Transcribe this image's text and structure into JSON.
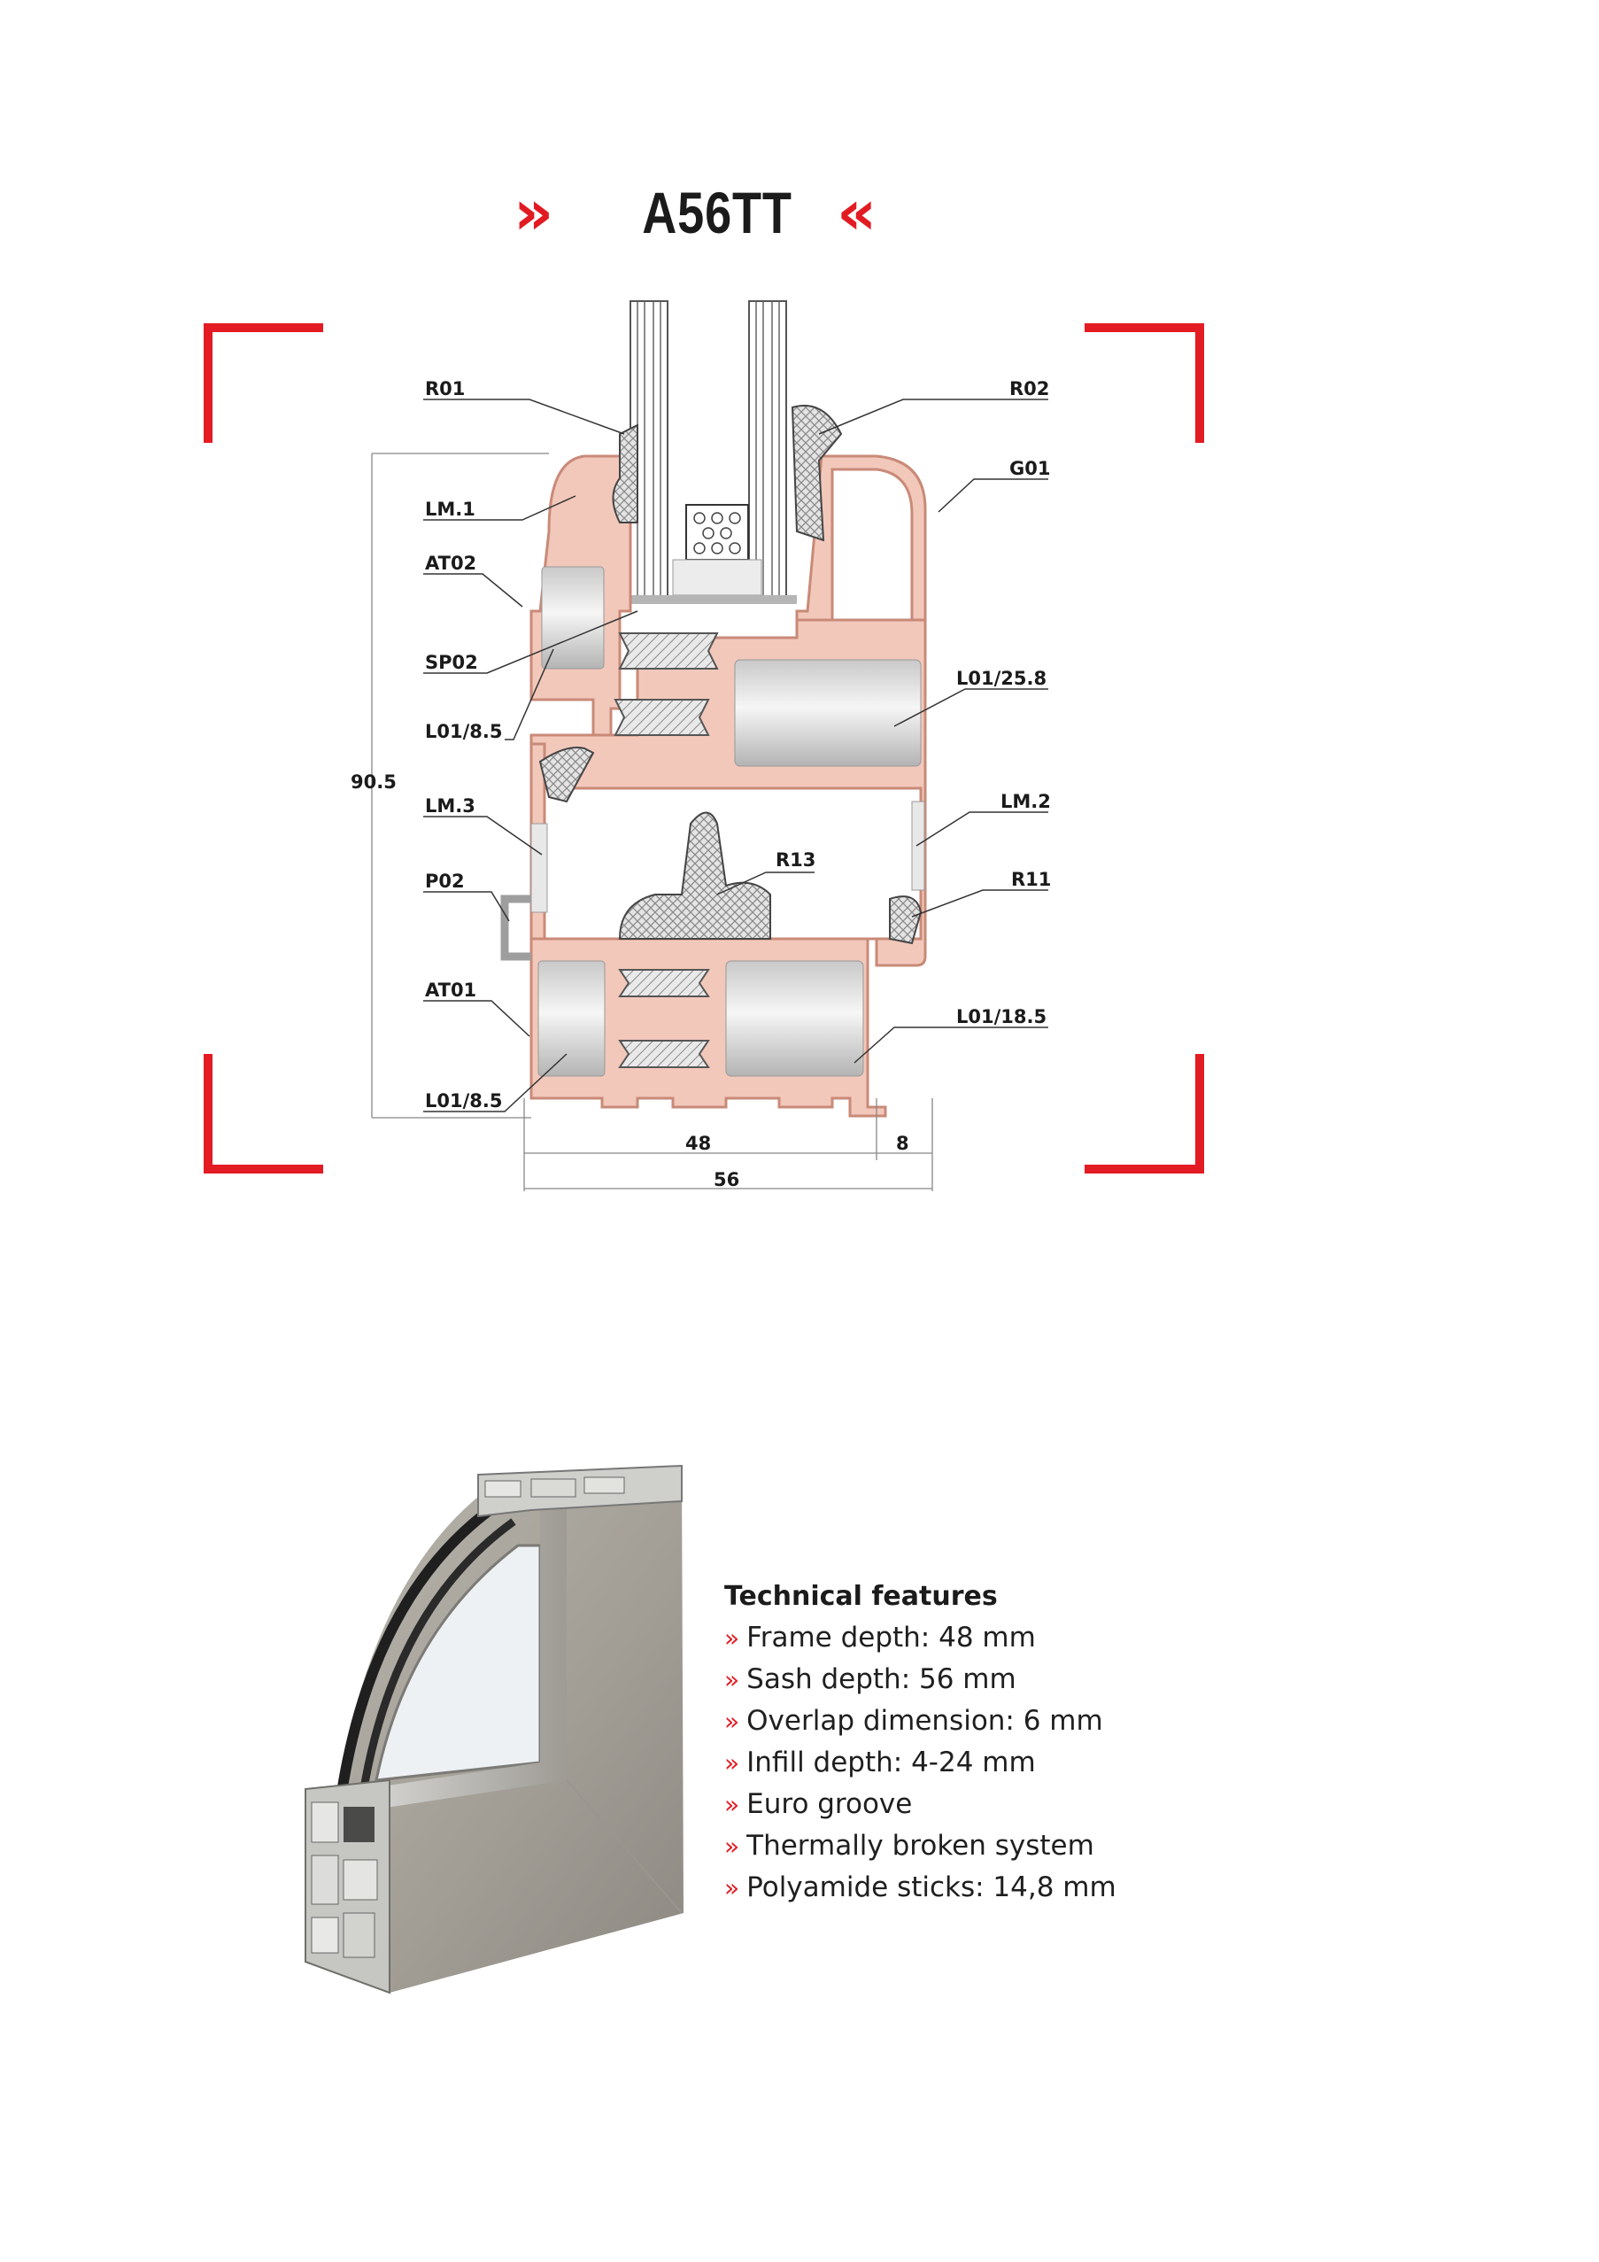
{
  "header": {
    "title": "A56TT",
    "left_mark": "»",
    "right_mark": "«"
  },
  "diagram": {
    "labels_left": [
      "R01",
      "LM.1",
      "AT02",
      "SP02",
      "L01/8.5",
      "LM.3",
      "P02",
      "AT01",
      "L01/8.5"
    ],
    "labels_right": [
      "R02",
      "G01",
      "L01/25.8",
      "LM.2",
      "R11",
      "L01/18.5"
    ],
    "label_center": "R13",
    "dimensions": {
      "height": "90.5",
      "frame": "48",
      "overlap": "8",
      "total": "56"
    }
  },
  "features": {
    "heading": "Technical features",
    "bullet": "»",
    "items": [
      "Frame depth: 48 mm",
      "Sash depth: 56 mm",
      "Overlap dimension: 6 mm",
      "Infill depth: 4-24 mm",
      "Euro groove",
      "Thermally broken system",
      "Polyamide sticks: 14,8 mm"
    ]
  },
  "colors": {
    "accent": "#e31b23",
    "profile": "#f2c8bb",
    "profile_stroke": "#c98a78",
    "text": "#1b1b1b"
  }
}
